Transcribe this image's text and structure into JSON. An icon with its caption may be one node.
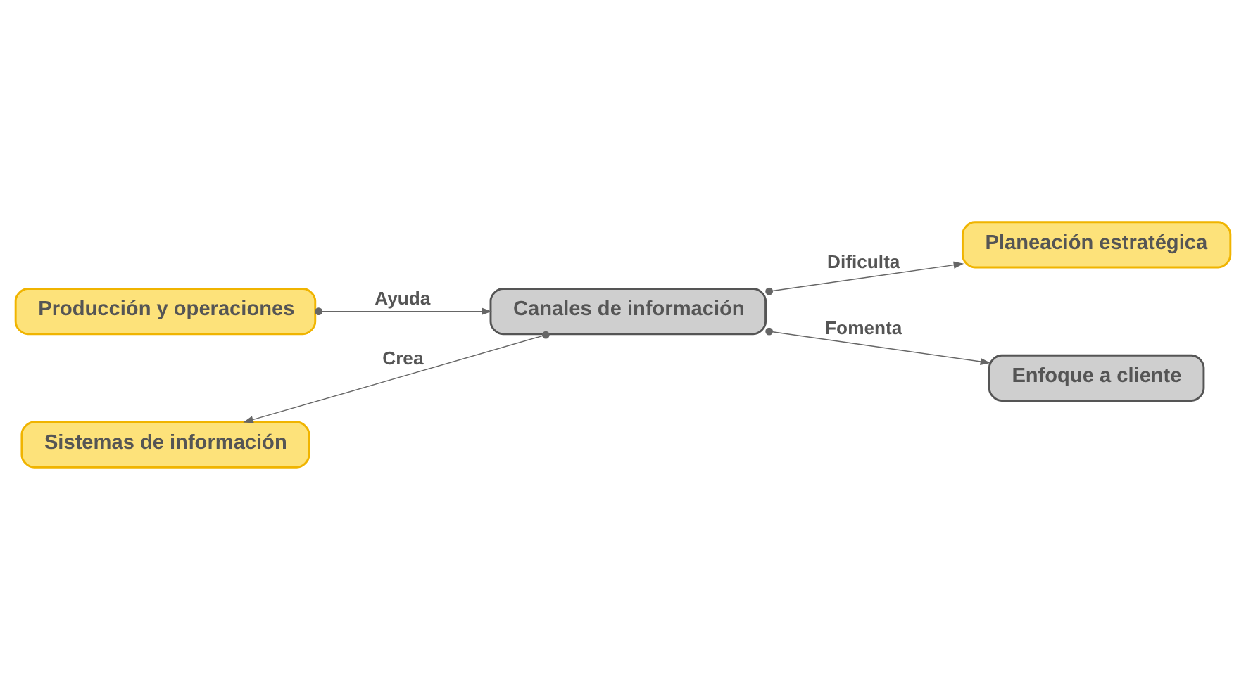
{
  "diagram": {
    "nodes": [
      {
        "text": [
          "Producción y operaciones"
        ]
      },
      {
        "text": [
          "Planeación estratégica"
        ]
      },
      {
        "text": [
          "Canales de información"
        ]
      },
      {
        "text": [
          "Sistemas de información"
        ]
      },
      {
        "text": [
          "Enfoque a cliente"
        ]
      }
    ],
    "edges": [
      {
        "from": 0,
        "to": 2,
        "arrow": "to",
        "label": "Ayuda"
      },
      {
        "from": 2,
        "to": 1,
        "arrow": "to",
        "label": "Dificulta"
      },
      {
        "from": 2,
        "to": 3,
        "arrow": "to",
        "label": "Crea"
      },
      {
        "from": 2,
        "to": 4,
        "arrow": "to",
        "label": "Fomenta"
      }
    ]
  }
}
